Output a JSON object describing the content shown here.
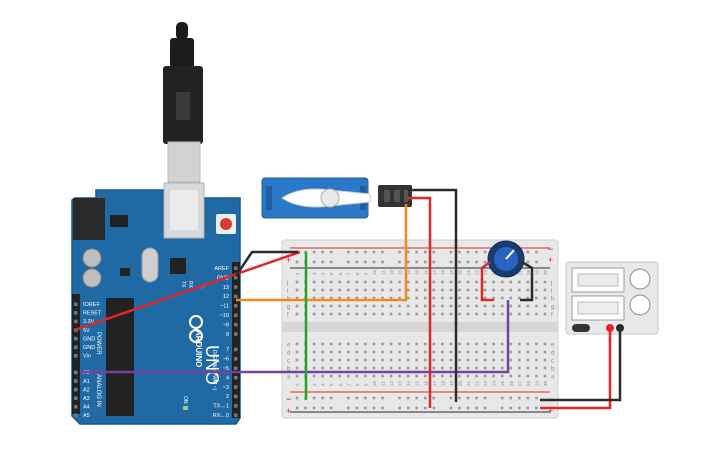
{
  "arduino": {
    "brand": "ARDUINO",
    "model": "UNO",
    "on_label": "ON",
    "tx_label": "TX",
    "rx_label": "RX",
    "l_label": "L",
    "power_label": "POWER",
    "analog_label": "ANALOG IN",
    "digital_label": "DIGITAL (PWM ~)",
    "header_top_labels": [
      "AREF",
      "GND",
      "13",
      "12",
      "~11",
      "~10",
      "~9",
      "8"
    ],
    "header_bottom_labels": [
      "7",
      "~6",
      "~5",
      "4",
      "~3",
      "2",
      "TX→1",
      "RX←0"
    ],
    "power_pins": [
      "IOREF",
      "RESET",
      "3.3V",
      "5V",
      "GND",
      "GND",
      "Vin"
    ],
    "analog_pins": [
      "A0",
      "A1",
      "A2",
      "A3",
      "A4",
      "A5"
    ]
  },
  "breadboard": {
    "plus": "+",
    "minus": "−",
    "row_letters_top": [
      "j",
      "i",
      "h",
      "g",
      "f"
    ],
    "row_letters_bottom": [
      "e",
      "d",
      "c",
      "b",
      "a"
    ],
    "column_numbers": [
      "1",
      "2",
      "3",
      "4",
      "5",
      "6",
      "7",
      "8",
      "9",
      "10",
      "11",
      "12",
      "13",
      "14",
      "15",
      "16",
      "17",
      "18",
      "19",
      "20",
      "21",
      "22",
      "23",
      "24",
      "25",
      "26",
      "27",
      "28",
      "29",
      "30"
    ]
  },
  "power_supply": {
    "plus": "+",
    "minus": "−"
  },
  "colors": {
    "arduino_board": "#1f6aa5",
    "breadboard": "#e8e8e8",
    "wire_red": "#e0262a",
    "wire_black": "#2b2b2b",
    "wire_orange": "#f08a1c",
    "wire_green": "#2ca02c",
    "wire_purple": "#7b3fa0",
    "servo_body": "#2a78c8"
  }
}
